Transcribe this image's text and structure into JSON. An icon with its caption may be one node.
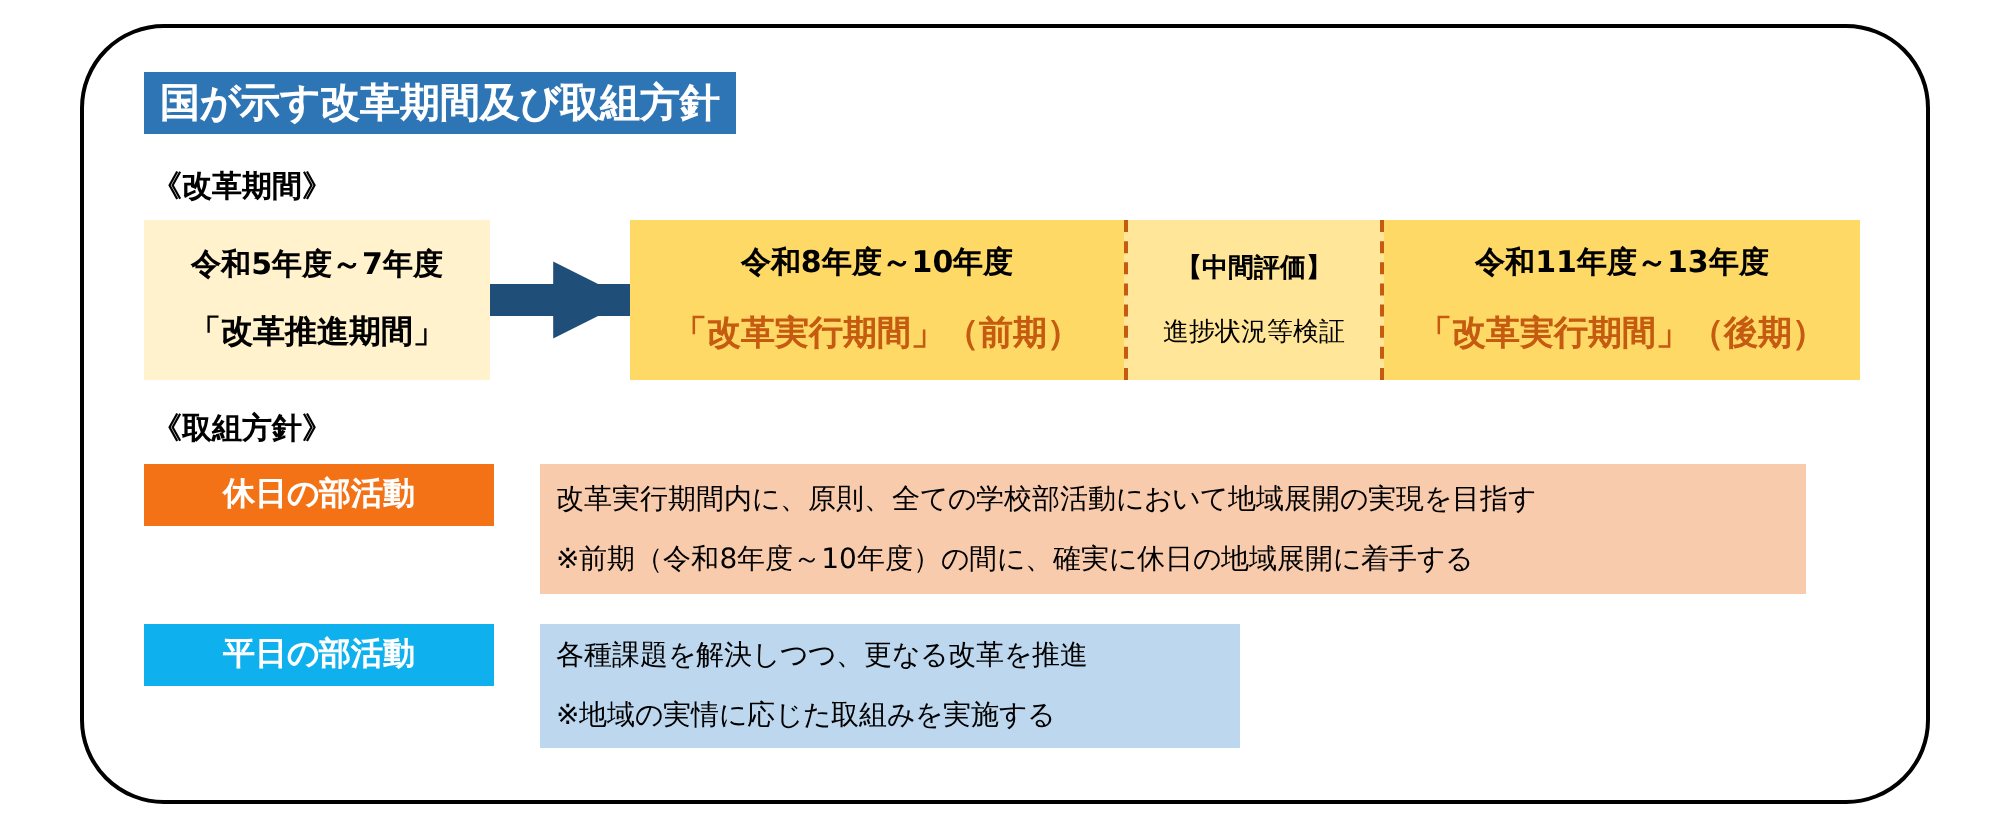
{
  "diagram": {
    "title": "国が示す改革期間及び取組方針",
    "nodes": [
      {
        "text": [],
        "shape": "box"
      },
      {
        "text": [
          "令和5年度～7年度",
          "「改革推進期間」"
        ],
        "in": 0
      },
      {
        "text": [
          "令和8年度～10年度",
          "「改革実行期間」（前期）"
        ],
        "in": 0
      },
      {
        "text": [
          "【中間評価】",
          "進捗状況等検証"
        ],
        "in": 0
      },
      {
        "text": [
          "令和11年度～13年度",
          "「改革実行期間」（後期）"
        ],
        "in": 0
      },
      {
        "text": [
          "休日の部活動"
        ],
        "in": 0
      },
      {
        "text": [
          "改革実行期間内に、原則、全ての学校部活動において地域展開の実現を目指す",
          "※前期（令和8年度～10年度）の間に、確実に休日の地域展開に着手する"
        ],
        "in": 0
      },
      {
        "text": [
          "平日の部活動"
        ],
        "in": 0
      },
      {
        "text": [
          "各種課題を解決しつつ、更なる改革を推進",
          "※地域の実情に応じた取組みを実施する"
        ],
        "in": 0
      }
    ],
    "edges": [
      {
        "from": 1,
        "to": 2,
        "arrow": "to",
        "color": "#1f4e79"
      }
    ],
    "labels": [
      "《改革期間》",
      "《取組方針》"
    ]
  }
}
